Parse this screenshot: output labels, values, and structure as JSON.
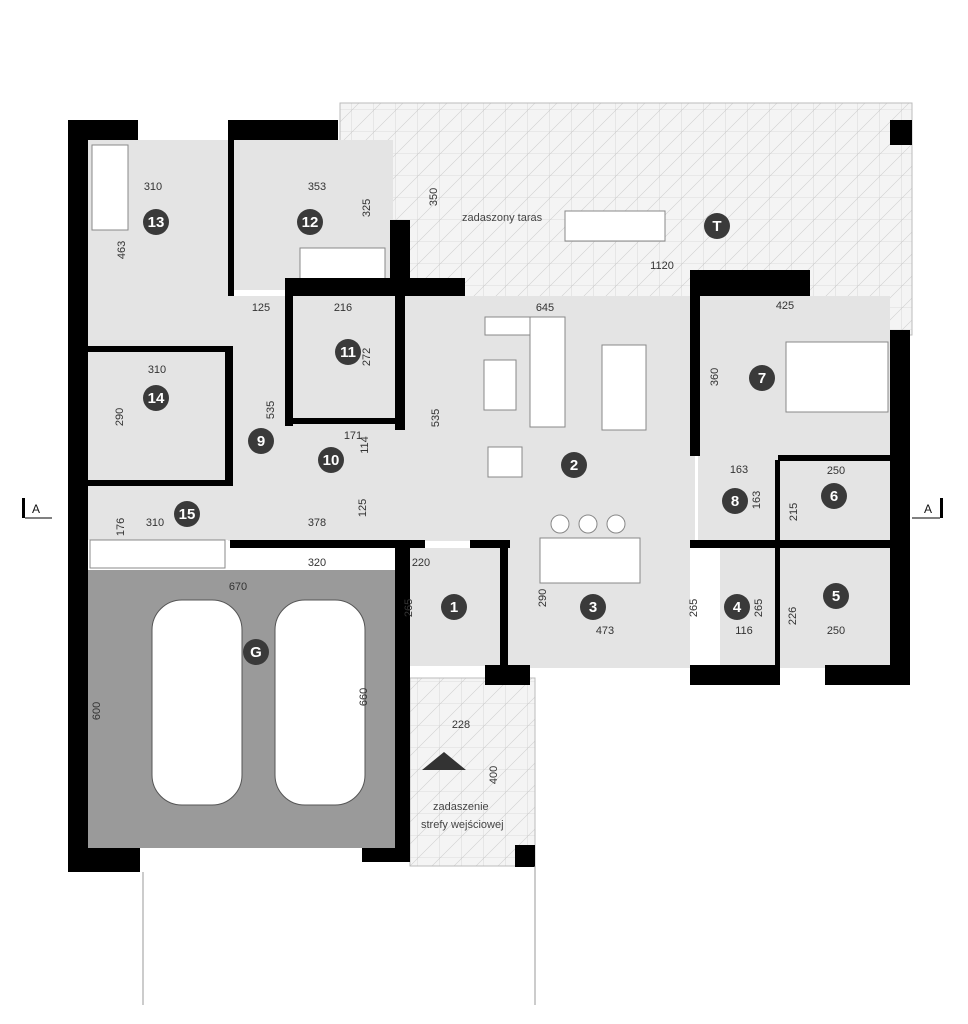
{
  "colors": {
    "room_fill": "#e4e4e4",
    "garage_fill": "#9a9a9a",
    "wall": "#000000",
    "marker": "#3a3a3a"
  },
  "section_marker": {
    "left": "A",
    "right": "A"
  },
  "labels": {
    "terrace": "zadaszony taras",
    "entrance_line1": "zadaszenie",
    "entrance_line2": "strefy wejściowej"
  },
  "rooms": [
    {
      "id": "13"
    },
    {
      "id": "12"
    },
    {
      "id": "T"
    },
    {
      "id": "11"
    },
    {
      "id": "7"
    },
    {
      "id": "14"
    },
    {
      "id": "9"
    },
    {
      "id": "10"
    },
    {
      "id": "2"
    },
    {
      "id": "8"
    },
    {
      "id": "6"
    },
    {
      "id": "15"
    },
    {
      "id": "1"
    },
    {
      "id": "3"
    },
    {
      "id": "4"
    },
    {
      "id": "5"
    },
    {
      "id": "G"
    }
  ],
  "dimensions": [
    "310",
    "353",
    "325",
    "350",
    "463",
    "1120",
    "125",
    "216",
    "645",
    "425",
    "272",
    "360",
    "310",
    "290",
    "535",
    "535",
    "171",
    "114",
    "163",
    "250",
    "163",
    "215",
    "176",
    "310",
    "378",
    "125",
    "320",
    "220",
    "670",
    "265",
    "290",
    "265",
    "265",
    "473",
    "116",
    "226",
    "250",
    "600",
    "660",
    "228",
    "400"
  ]
}
